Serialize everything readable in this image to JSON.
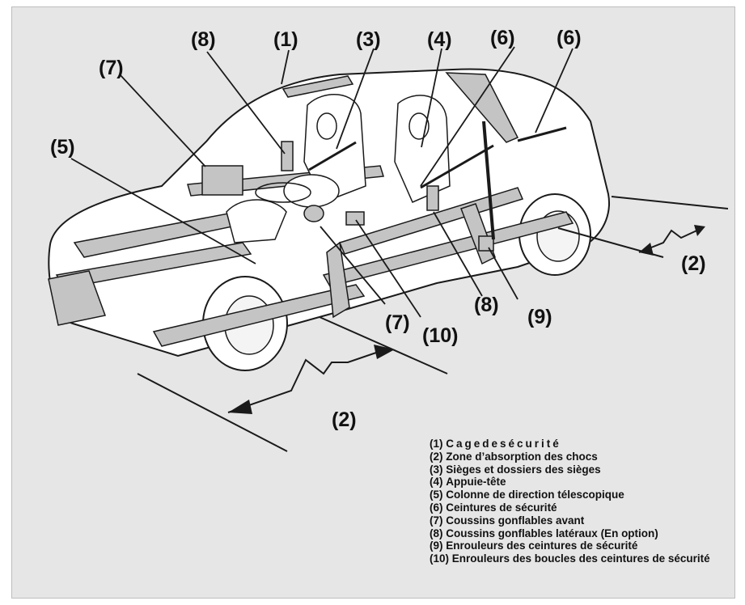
{
  "callouts": {
    "c1": "(1)",
    "c2_right": "(2)",
    "c2_bottom": "(2)",
    "c3": "(3)",
    "c4": "(4)",
    "c5": "(5)",
    "c6_left": "(6)",
    "c6_right": "(6)",
    "c7_top": "(7)",
    "c7_bottom": "(7)",
    "c8_top": "(8)",
    "c8_bottom": "(8)",
    "c9": "(9)",
    "c10": "(10)"
  },
  "legend": [
    {
      "num": "(1)",
      "text": "Cagedesécurité"
    },
    {
      "num": "(2)",
      "text": "Zone d’absorption des chocs"
    },
    {
      "num": "(3)",
      "text": "Sièges et dossiers des sièges"
    },
    {
      "num": "(4)",
      "text": "Appuie-tête"
    },
    {
      "num": "(5)",
      "text": "Colonne de direction télescopique"
    },
    {
      "num": "(6)",
      "text": "Ceintures de sécurité"
    },
    {
      "num": "(7)",
      "text": "Coussins gonflables avant"
    },
    {
      "num": "(8)",
      "text": "Coussins gonflables latéraux (En option)"
    },
    {
      "num": "(9)",
      "text": "Enrouleurs des ceintures de sécurité"
    },
    {
      "num": "(10)",
      "text": "Enrouleurs des boucles des ceintures de sécurité"
    }
  ],
  "colors": {
    "background": "#e6e6e6",
    "car_fill": "#ffffff",
    "frame_fill": "#c4c4c4",
    "line": "#1a1a1a"
  }
}
